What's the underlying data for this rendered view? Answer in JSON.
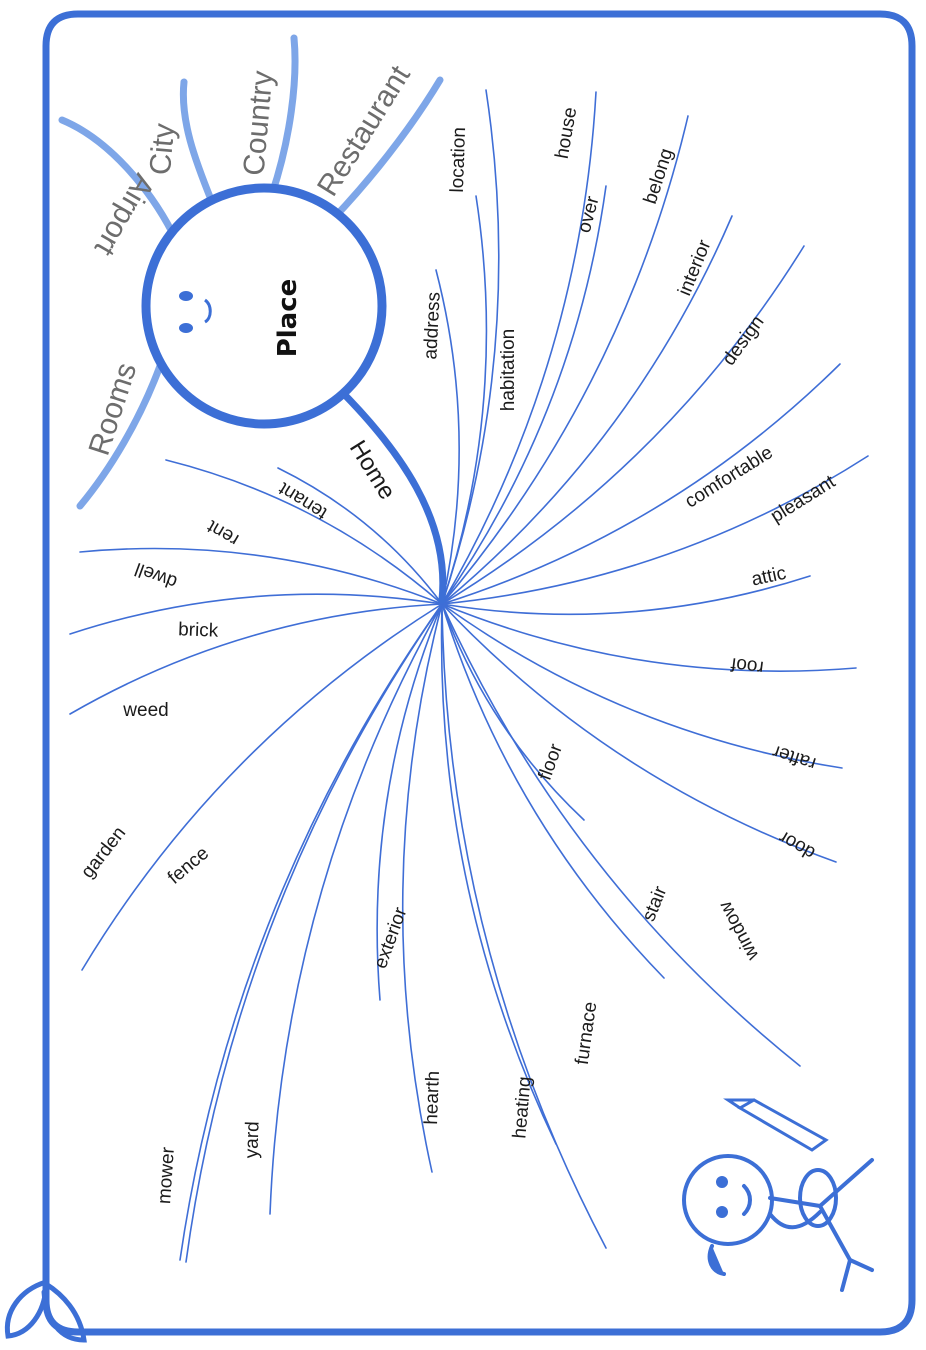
{
  "colors": {
    "frame": "#3c6fd6",
    "branch_light": "#7ea6e8",
    "branch_dark": "#3c6fd6",
    "word_line": "#3f6ed6"
  },
  "center_label": "Place",
  "upper_branches": [
    "Rooms",
    "Airport",
    "City",
    "Country",
    "Restaurant"
  ],
  "home_branch": "Home",
  "words": [
    "location",
    "house",
    "over",
    "belong",
    "address",
    "habitation",
    "interior",
    "design",
    "comfortable",
    "pleasant",
    "attic",
    "roof",
    "rafter",
    "door",
    "window",
    "stair",
    "furnace",
    "heating",
    "hearth",
    "floor",
    "exterior",
    "yard",
    "mower",
    "fence",
    "garden",
    "weed",
    "brick",
    "dwell",
    "rent",
    "tenant"
  ]
}
